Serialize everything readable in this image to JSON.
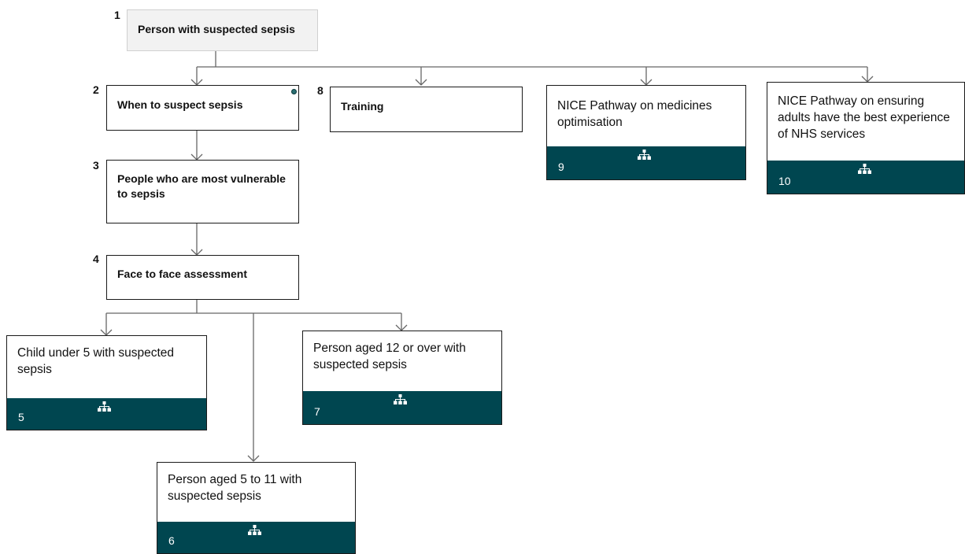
{
  "nodes": [
    {
      "number": "1",
      "label": "Person with suspected sepsis"
    },
    {
      "number": "2",
      "label": "When to suspect sepsis"
    },
    {
      "number": "3",
      "label": "People who are most vulnerable to sepsis"
    },
    {
      "number": "4",
      "label": "Face to face assessment"
    },
    {
      "number": "5",
      "label": "Child under 5 with suspected sepsis"
    },
    {
      "number": "6",
      "label": "Person aged 5 to 11 with suspected sepsis"
    },
    {
      "number": "7",
      "label": "Person aged 12 or over with suspected sepsis"
    },
    {
      "number": "8",
      "label": "Training"
    },
    {
      "number": "9",
      "label": "NICE Pathway on medicines optimisation"
    },
    {
      "number": "10",
      "label": "NICE Pathway on ensuring adults have the best experience of NHS services"
    }
  ],
  "colors": {
    "footer": "#004650",
    "connector": "#666666",
    "root_background": "#f2f2f2"
  },
  "icons": {
    "linked_pathway": "sitemap-icon",
    "info_marker": "dot-icon"
  }
}
